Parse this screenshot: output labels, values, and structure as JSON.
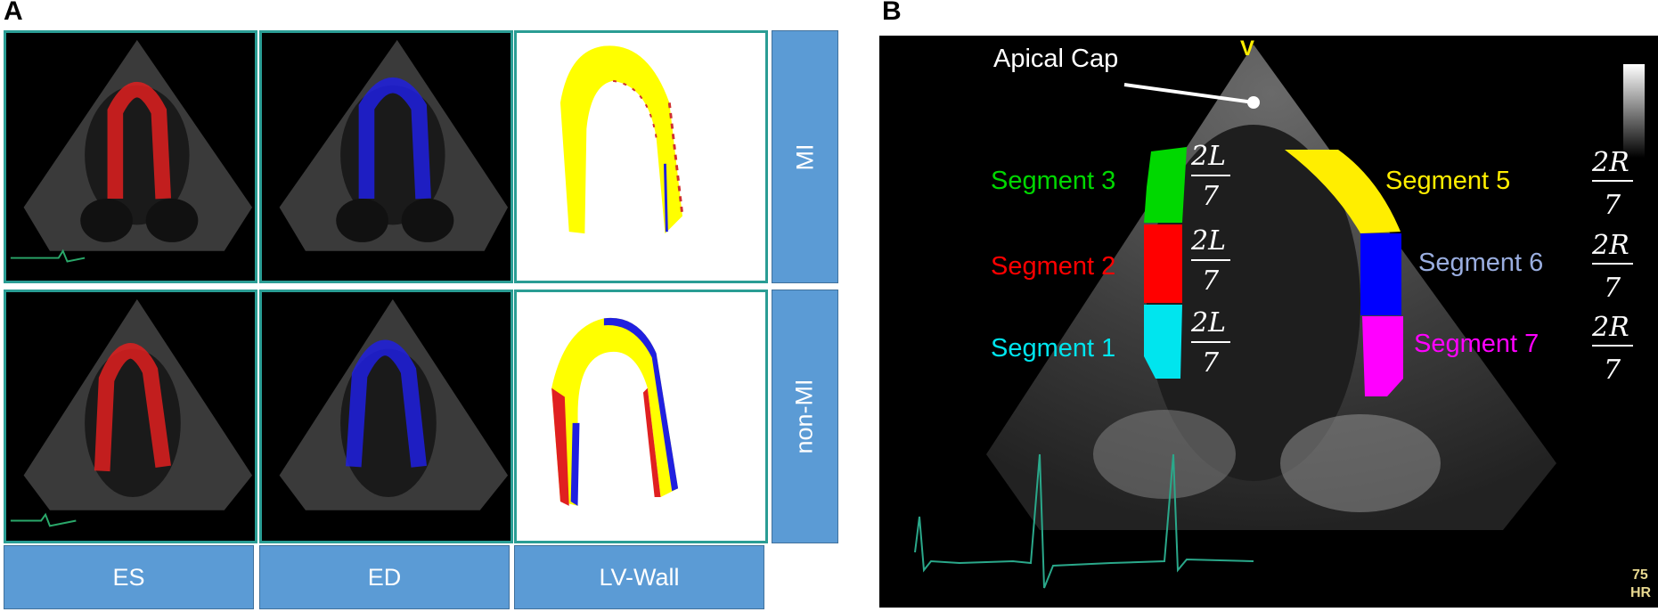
{
  "panel_a": {
    "letter": "A",
    "row_labels": [
      "MI",
      "non-MI"
    ],
    "column_labels": [
      "ES",
      "ED",
      "LV-Wall"
    ]
  },
  "panel_b": {
    "letter": "B",
    "annotation": "Apical Cap",
    "segments": [
      {
        "label": "Segment 1",
        "color": "#00e5ee"
      },
      {
        "label": "Segment 2",
        "color": "#ff0000"
      },
      {
        "label": "Segment 3",
        "color": "#00d800"
      },
      {
        "label": "Segment 5",
        "color": "#ffee00"
      },
      {
        "label": "Segment 6",
        "color": "#9aaee0"
      },
      {
        "label": "Segment 7",
        "color": "#ff00ff"
      }
    ],
    "fractions": {
      "left": {
        "numerator": "2L",
        "denominator": "7"
      },
      "right": {
        "numerator": "2R",
        "denominator": "7"
      }
    },
    "heart_rate": {
      "value": "75",
      "unit": "HR"
    }
  },
  "colors": {
    "cell_border": "#2a9d94",
    "label_box": "#5b9bd5",
    "es_overlay": "#e02020",
    "ed_overlay": "#2020e0",
    "lv_wall": "#ffff00"
  }
}
